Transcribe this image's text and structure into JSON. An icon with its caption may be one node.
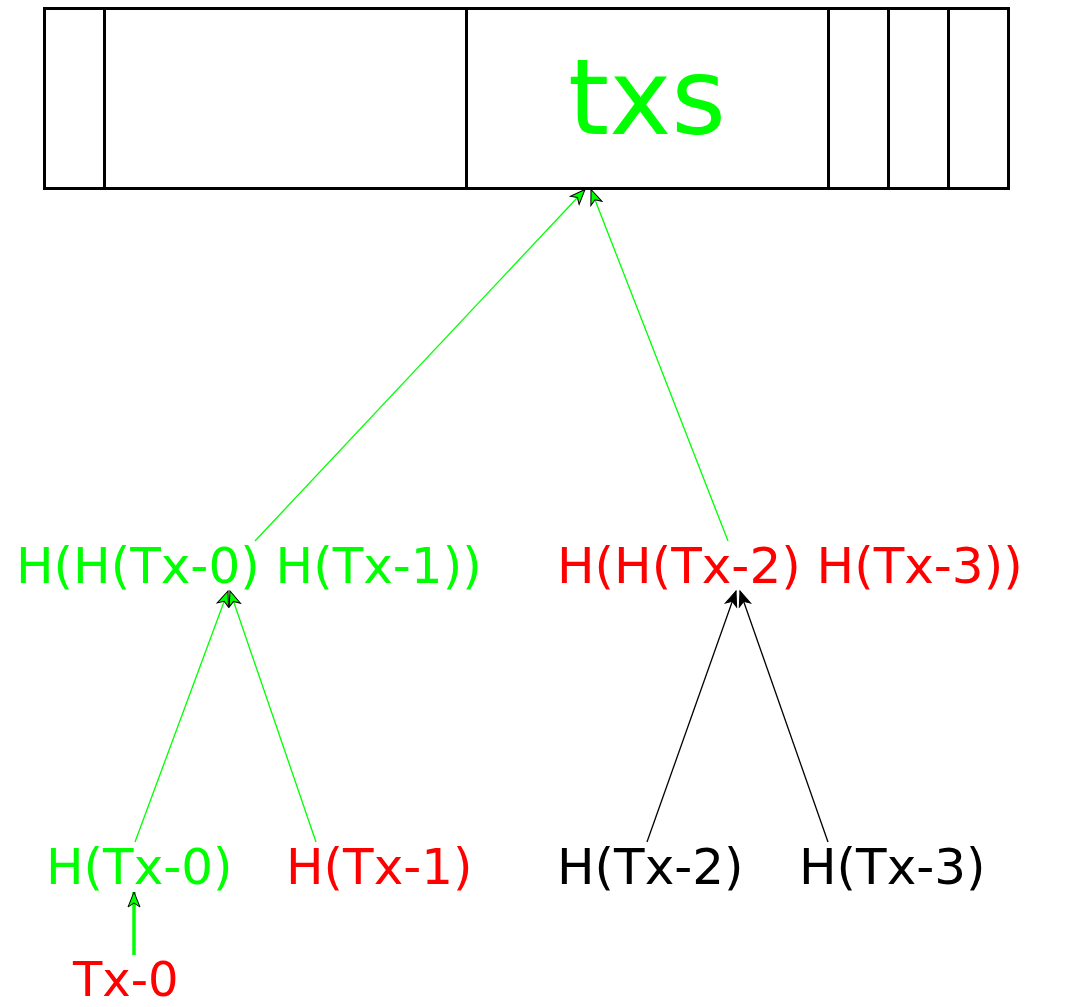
{
  "diagram": {
    "nodes": [
      {
        "text": [],
        "shape": "box"
      },
      {
        "text": [],
        "shape": "box"
      },
      {
        "text": [
          "txs"
        ]
      },
      {
        "text": [],
        "shape": "box"
      },
      {
        "text": [],
        "shape": "box"
      },
      {
        "text": [],
        "shape": "box"
      },
      {
        "text": [
          "H(H(Tx-0) H(Tx-1))"
        ]
      },
      {
        "text": [
          "H(H(Tx-2) H(Tx-3))"
        ]
      },
      {
        "text": [
          "H(Tx-0)"
        ]
      },
      {
        "text": [
          "H(Tx-1)"
        ]
      },
      {
        "text": [
          "H(Tx-2)"
        ]
      },
      {
        "text": [
          "H(Tx-3)"
        ]
      },
      {
        "text": [
          "Tx-0"
        ]
      }
    ],
    "edges": [
      {
        "from": 6,
        "to": 2,
        "arrow": "to"
      },
      {
        "from": 7,
        "to": 2,
        "arrow": "to"
      },
      {
        "from": 8,
        "to": 6,
        "arrow": "to"
      },
      {
        "from": 9,
        "to": 6,
        "arrow": "to"
      },
      {
        "from": 10,
        "to": 7,
        "arrow": "to",
        "color": "#000000"
      },
      {
        "from": 11,
        "to": 7,
        "arrow": "to",
        "color": "#000000"
      },
      {
        "from": 12,
        "to": 8,
        "arrow": "to",
        "style": "thick"
      }
    ]
  }
}
